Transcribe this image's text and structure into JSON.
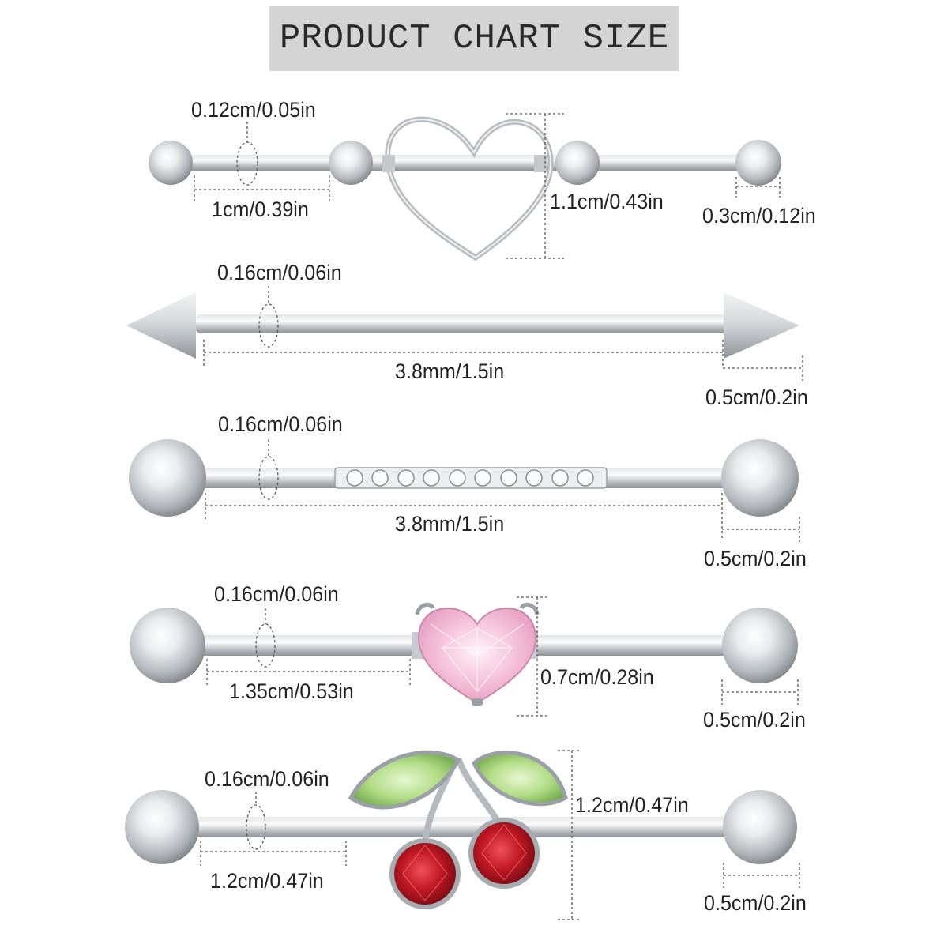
{
  "title": "PRODUCT CHART SIZE",
  "colors": {
    "background": "#ffffff",
    "title_box": "#d4d4d4",
    "metal": "#c9cdd1",
    "pink_gem": "#f3b9d2",
    "green_gem": "#a8d67c",
    "red_gem": "#b3121e"
  },
  "items": [
    {
      "name": "heart ring industrial barbell",
      "gauge": "0.12cm/0.05in",
      "segment": "1cm/0.39in",
      "charm_height": "1.1cm/0.43in",
      "ball": "0.3cm/0.12in"
    },
    {
      "name": "spike industrial barbell",
      "gauge": "0.16cm/0.06in",
      "length": "3.8mm/1.5in",
      "end": "0.5cm/0.2in"
    },
    {
      "name": "crystal bar industrial barbell",
      "gauge": "0.16cm/0.06in",
      "length": "3.8mm/1.5in",
      "end": "0.5cm/0.2in"
    },
    {
      "name": "pink heart industrial barbell",
      "gauge": "0.16cm/0.06in",
      "segment": "1.35cm/0.53in",
      "charm_height": "0.7cm/0.28in",
      "end": "0.5cm/0.2in"
    },
    {
      "name": "cherry industrial barbell",
      "gauge": "0.16cm/0.06in",
      "segment": "1.2cm/0.47in",
      "charm_height": "1.2cm/0.47in",
      "end": "0.5cm/0.2in"
    }
  ]
}
